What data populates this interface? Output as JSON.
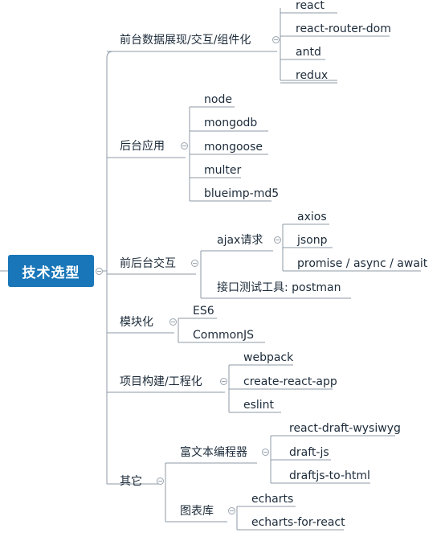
{
  "root": {
    "label": "技术选型"
  },
  "branches": [
    {
      "label": "前台数据展现/交互/组件化",
      "items": [
        "react",
        "react-router-dom",
        "antd",
        "redux"
      ]
    },
    {
      "label": "后台应用",
      "items": [
        "node",
        "mongodb",
        "mongoose",
        "multer",
        "blueimp-md5"
      ]
    },
    {
      "label": "前后台交互",
      "groups": [
        {
          "label": "ajax请求",
          "items": [
            "axios",
            "jsonp",
            "promise / async / await"
          ]
        },
        {
          "label": "接口测试工具: postman"
        }
      ]
    },
    {
      "label": "模块化",
      "items": [
        "ES6",
        "CommonJS"
      ]
    },
    {
      "label": "项目构建/工程化",
      "items": [
        "webpack",
        "create-react-app",
        "eslint"
      ]
    },
    {
      "label": "其它",
      "groups": [
        {
          "label": "富文本编程器",
          "items": [
            "react-draft-wysiwyg",
            "draft-js",
            "draftjs-to-html"
          ]
        },
        {
          "label": "图表库",
          "items": [
            "echarts",
            "echarts-for-react"
          ]
        }
      ]
    }
  ],
  "colors": {
    "root_fill": "#1976b8",
    "line": "#8c98a4",
    "text": "#1c2b3a"
  }
}
